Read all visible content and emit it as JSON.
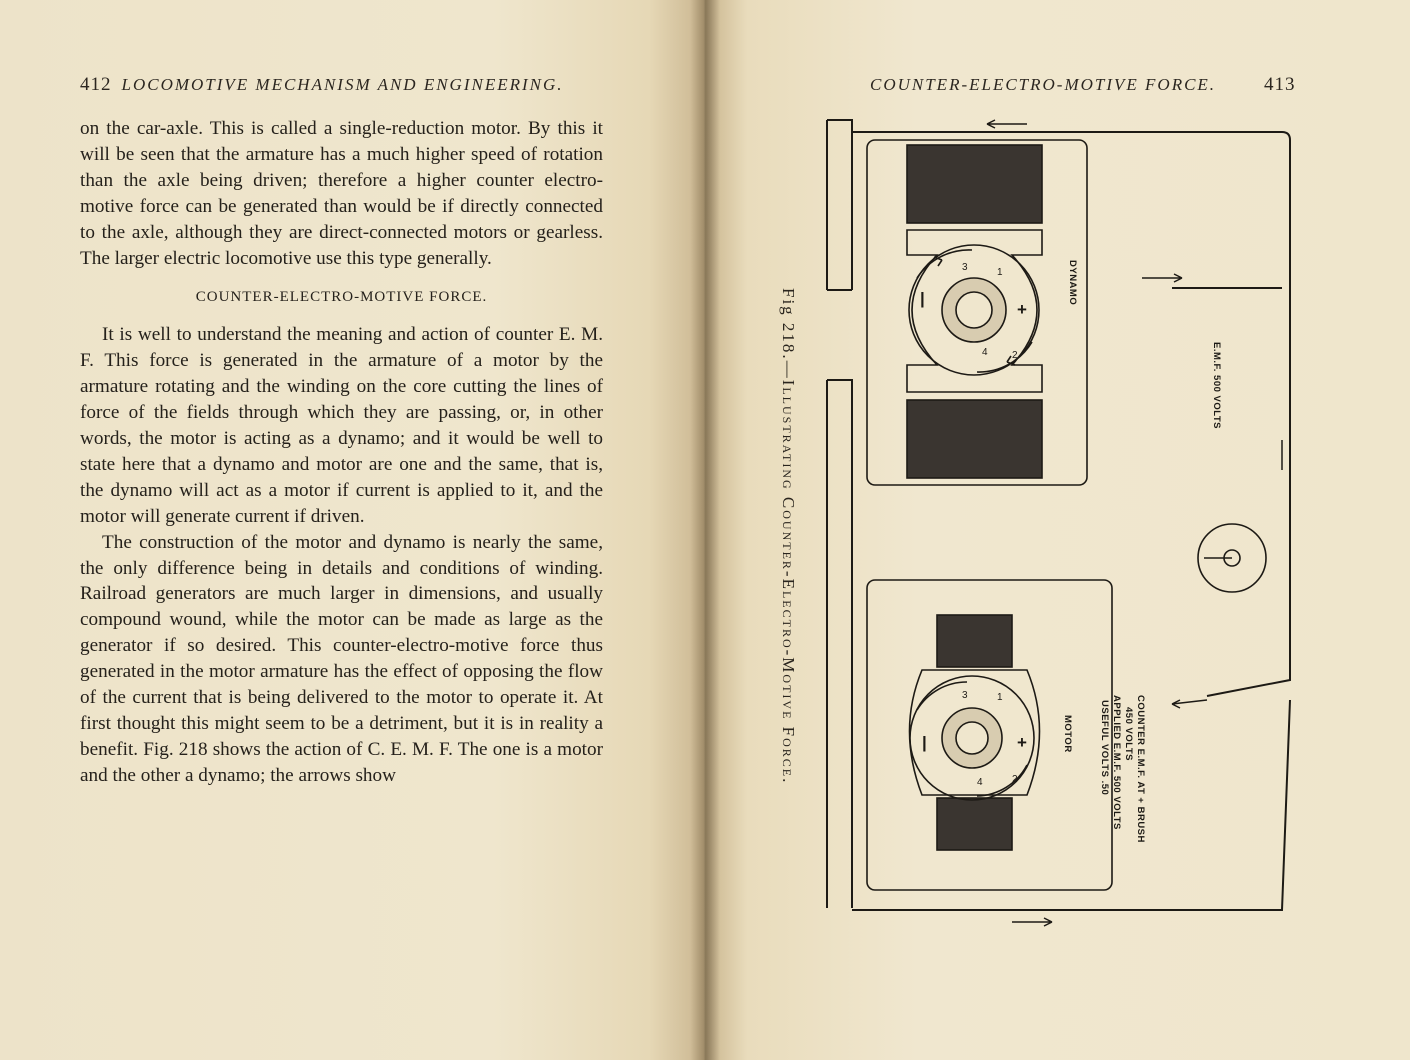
{
  "left_page": {
    "page_number": "412",
    "running_title": "LOCOMOTIVE MECHANISM AND ENGINEERING.",
    "paragraph_1": "on the car-axle. This is called a single-reduction motor. By this it will be seen that the armature has a much higher speed of rotation than the axle being driven; therefore a higher counter electro-motive force can be generated than would be if directly connected to the axle, although they are direct-connected motors or gearless. The larger electric locomotive use this type generally.",
    "section_heading": "COUNTER-ELECTRO-MOTIVE FORCE.",
    "paragraph_2": "It is well to understand the meaning and action of counter E. M. F. This force is generated in the armature of a motor by the armature rotating and the winding on the core cutting the lines of force of the fields through which they are passing, or, in other words, the motor is acting as a dynamo; and it would be well to state here that a dynamo and motor are one and the same, that is, the dynamo will act as a motor if current is applied to it, and the motor will generate current if driven.",
    "paragraph_3": "The construction of the motor and dynamo is nearly the same, the only difference being in details and conditions of winding. Railroad generators are much larger in dimensions, and usually compound wound, while the motor can be made as large as the generator if so desired. This counter-electro-motive force thus generated in the motor armature has the effect of opposing the flow of the current that is being delivered to the motor to operate it. At first thought this might seem to be a detriment, but it is in reality a benefit. Fig. 218 shows the action of C. E. M. F. The one is a motor and the other a dynamo; the arrows show"
  },
  "right_page": {
    "page_number": "413",
    "running_title": "COUNTER-ELECTRO-MOTIVE FORCE.",
    "figure": {
      "caption_prefix": "Fig 218.",
      "caption_text": "—Illustrating Counter-Electro-Motive Force.",
      "dynamo_label": "DYNAMO",
      "emf_label": "E.M.F. 500 VOLTS",
      "motor_label": "MOTOR",
      "motor_note_1": "COUNTER E.M.F. AT + BRUSH",
      "motor_note_2": "450 VOLTS",
      "motor_note_3": "APPLIED E.M.F. 500 VOLTS",
      "motor_note_4": "USEFUL VOLTS .50",
      "plus_sign": "+",
      "minus_sign": "|",
      "coil_numbers": [
        "1",
        "2",
        "3",
        "4"
      ]
    }
  },
  "colors": {
    "paper": "#efe6cd",
    "ink": "#25211b",
    "background": "#3a3226"
  }
}
